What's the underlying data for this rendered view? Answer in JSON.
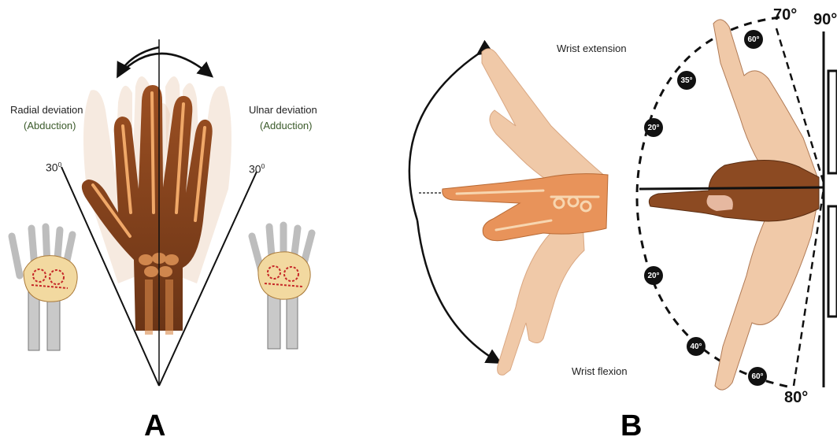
{
  "panel_a": {
    "letter": "A",
    "radial_label": "Radial deviation",
    "radial_sub": "(Abduction)",
    "ulnar_label": "Ulnar deviation",
    "ulnar_sub": "(Adduction)",
    "left_angle": "30",
    "right_angle": "30",
    "degree_sign": "0"
  },
  "panel_b": {
    "letter": "B",
    "extension_label": "Wrist extension",
    "flexion_label": "Wrist flexion",
    "angle_70": "70°",
    "angle_90": "90°",
    "angle_80": "80°",
    "badges_upper": [
      "60°",
      "35°",
      "20°"
    ],
    "badges_lower": [
      "20°",
      "40°",
      "60°"
    ]
  },
  "colors": {
    "skin_dark": "#8a4a22",
    "skin_light": "#f0c9a8",
    "bone": "#e8a060",
    "carpal_highlight": "#f2d9a0",
    "carpal_marks": "#c62828"
  }
}
